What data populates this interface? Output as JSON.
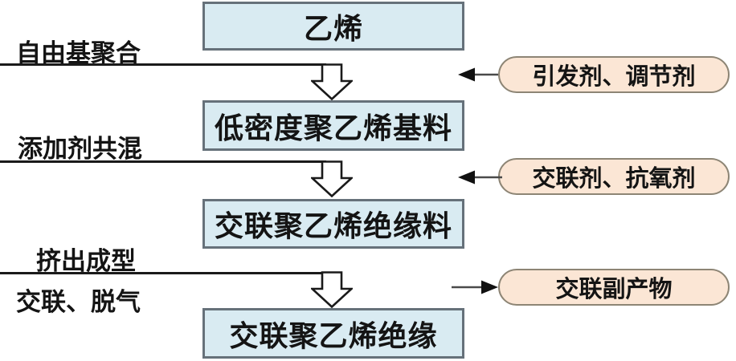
{
  "colors": {
    "box-fill": "#d9ebf2",
    "box-border": "#66717a",
    "oval-fill": "#fbe6d5",
    "oval-border": "#8d8575",
    "line": "#1a1a1a",
    "text": "#141414"
  },
  "flowchart": {
    "process_boxes": [
      {
        "label": "乙烯"
      },
      {
        "label": "低密度聚乙烯基料"
      },
      {
        "label": "交联聚乙烯绝缘料"
      },
      {
        "label": "交联聚乙烯绝缘"
      }
    ],
    "step_labels": [
      {
        "lines": [
          "自由基聚合"
        ]
      },
      {
        "lines": [
          "添加剂共混"
        ]
      },
      {
        "lines": [
          "挤出成型",
          "交联、脱气"
        ]
      }
    ],
    "side_items": [
      {
        "label": "引发剂、调节剂",
        "arrow": "into-process"
      },
      {
        "label": "交联剂、抗氧剂",
        "arrow": "into-process"
      },
      {
        "label": "交联副产物",
        "arrow": "out-of-process"
      }
    ]
  }
}
